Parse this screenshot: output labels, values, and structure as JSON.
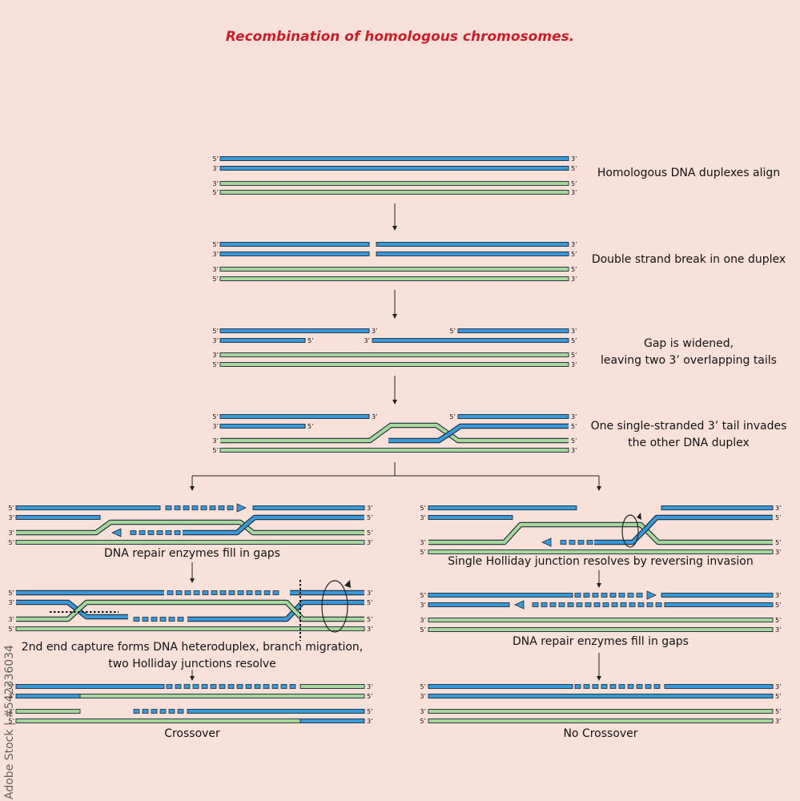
{
  "title": "Recombination of homologous chromosomes.",
  "colors": {
    "blue": "#3a9ad9",
    "green": "#a7d89b",
    "outline": "#1b2a3a",
    "title": "#c8202b",
    "background": "#f9e1da"
  },
  "strand_end_labels": [
    "5’",
    "3’"
  ],
  "steps": {
    "align": "Homologous DNA duplexes align",
    "break": "Double strand break in one duplex",
    "widen_1": "Gap is widened,",
    "widen_2": "leaving two 3’ overlapping tails",
    "invade_1": "One single-stranded 3’ tail invades",
    "invade_2": "the other DNA duplex",
    "left_fill": "DNA repair enzymes fill in gaps",
    "left_capture_1": "2nd end capture forms DNA heteroduplex, branch migration,",
    "left_capture_2": "two Holliday junctions resolve",
    "left_result": "Crossover",
    "right_reverse": "Single Holliday junction resolves by reversing invasion",
    "right_fill": "DNA repair enzymes fill in gaps",
    "right_result": "No Crossover"
  },
  "watermark": "Adobe Stock | #542336034"
}
